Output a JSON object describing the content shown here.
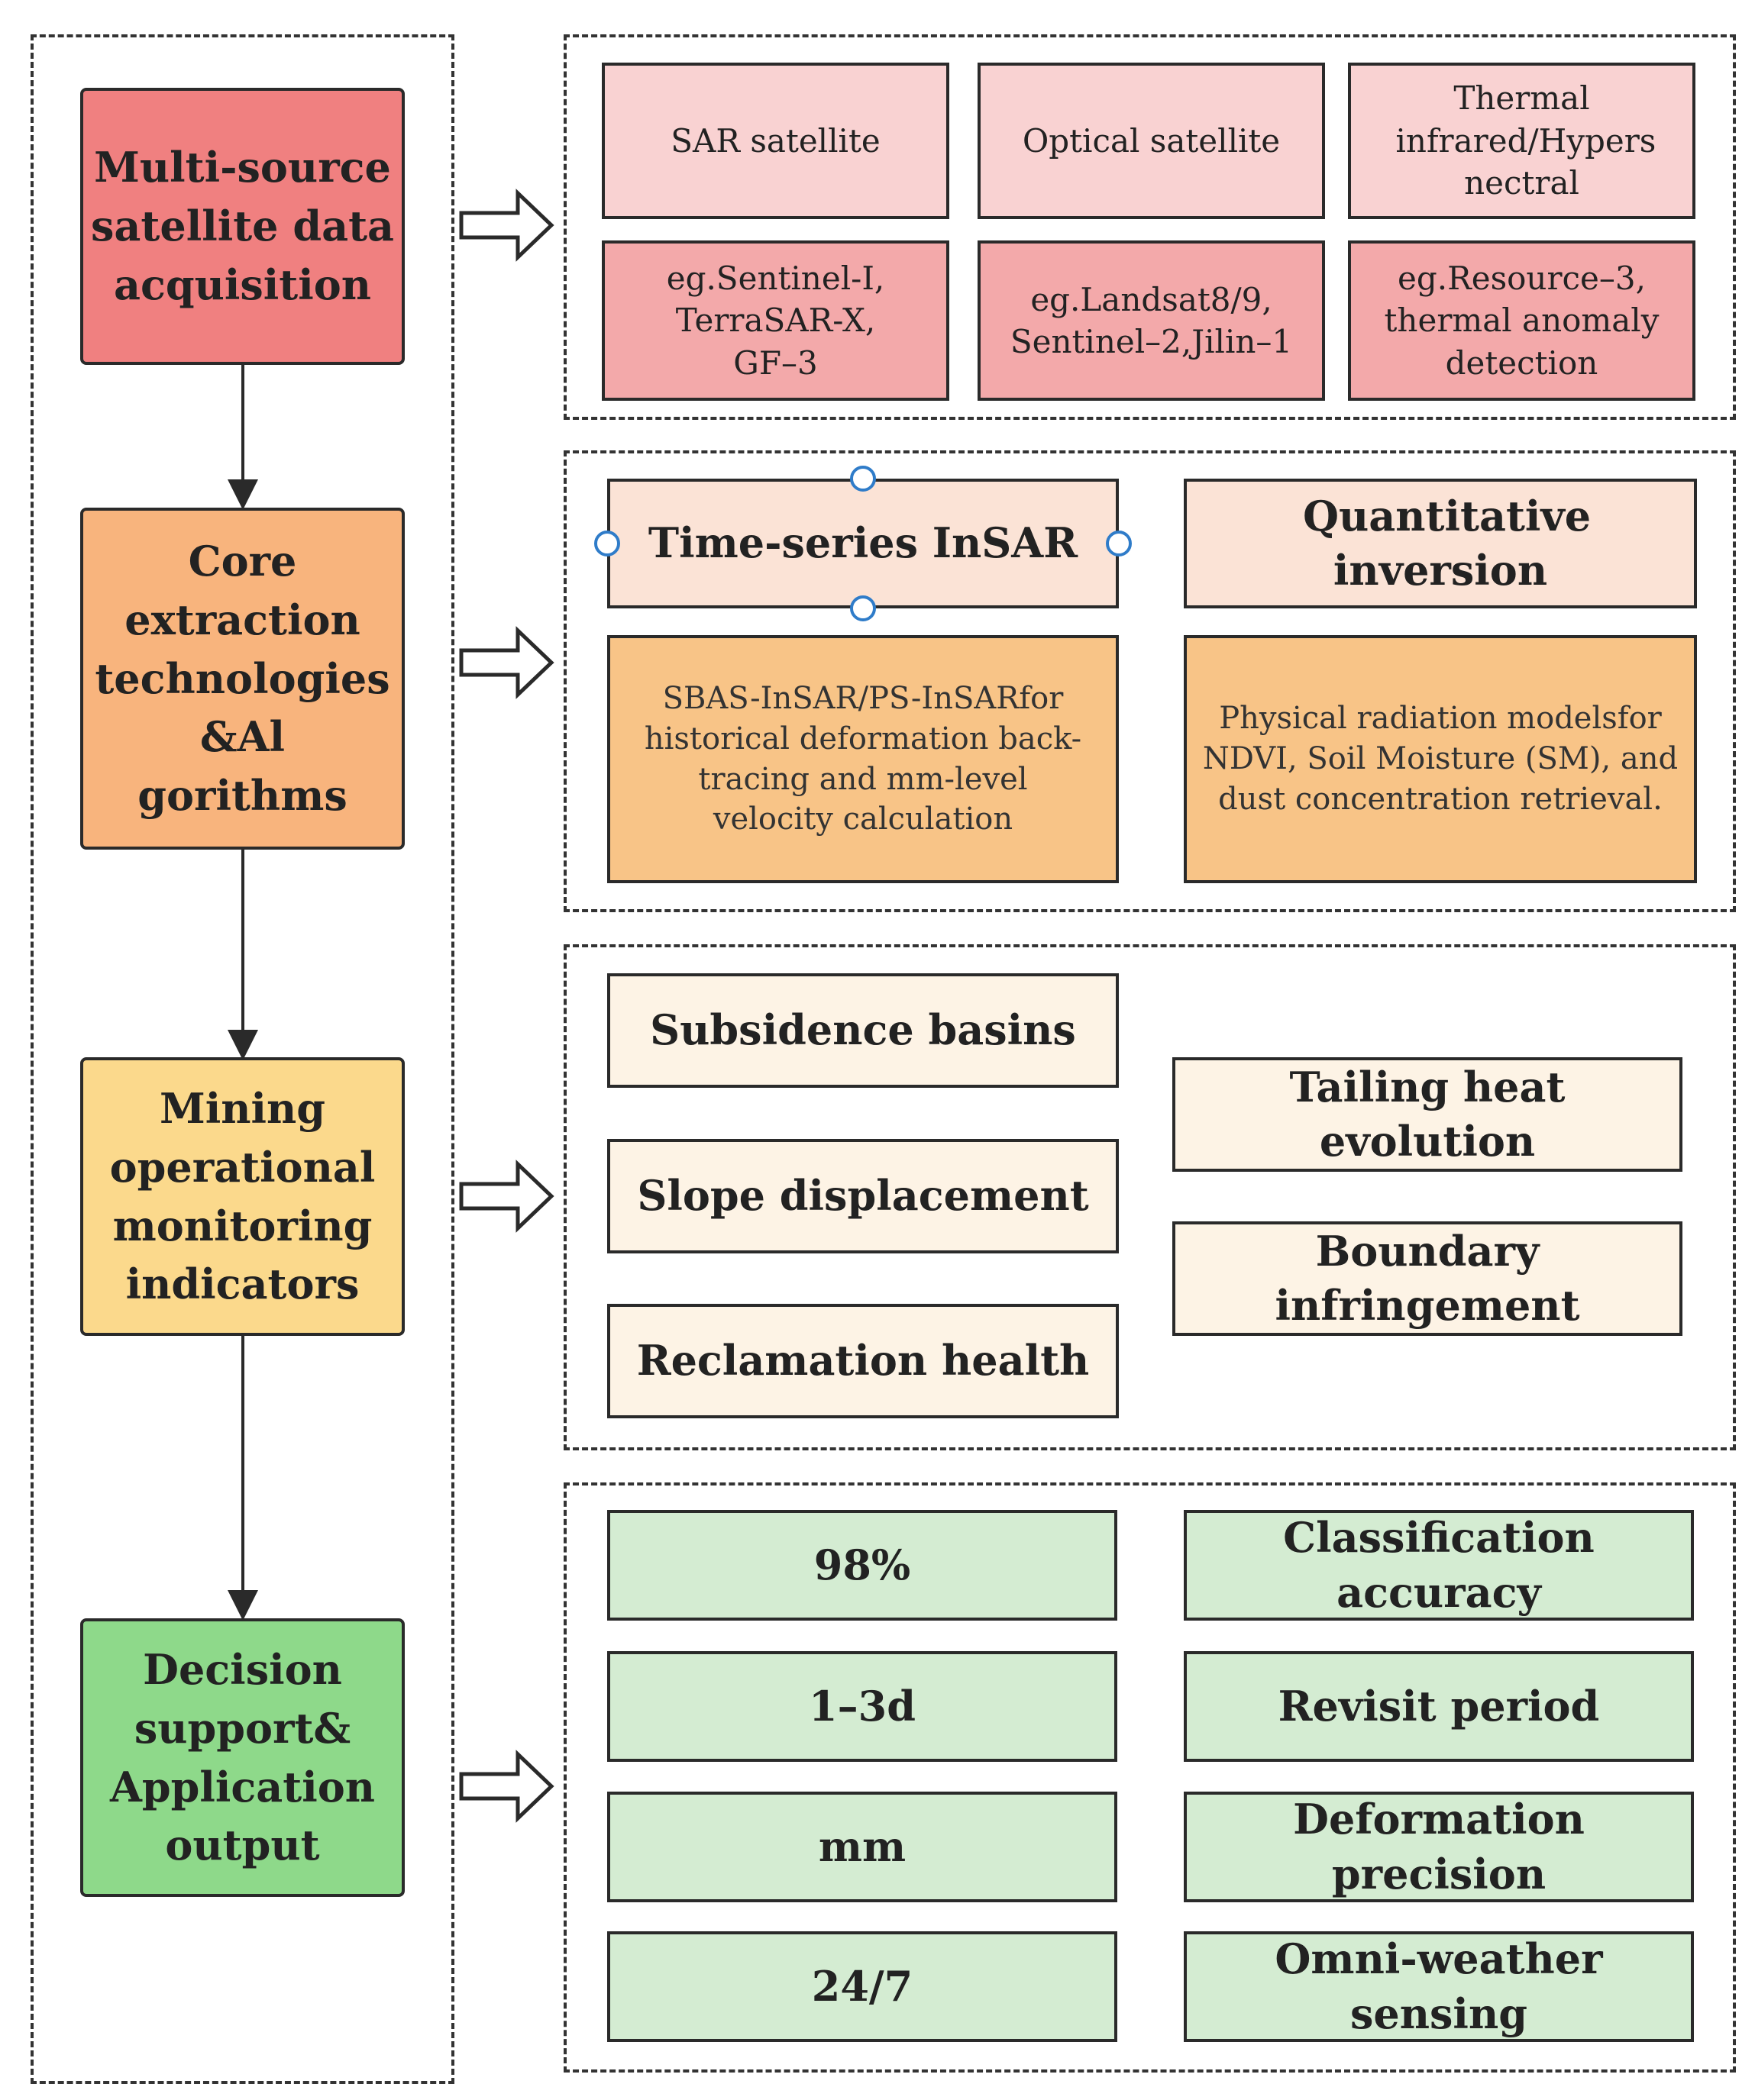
{
  "stages": [
    {
      "label": "Multi-source satellite data acquisition",
      "color": "#f08080"
    },
    {
      "label": "Core extraction technologies &Al gorithms",
      "color": "#f8b47d"
    },
    {
      "label": "Mining operational monitoring indicators",
      "color": "#fbd98c"
    },
    {
      "label": "Decision support& Application output",
      "color": "#8ed98a"
    }
  ],
  "satellites": {
    "headers": [
      "SAR satellite",
      "Optical satellite",
      "Thermal infrared/Hypers nectral"
    ],
    "examples": [
      "eg.Sentinel-I, TerraSAR-X, GF–3",
      "eg.Landsat8/9, Sentinel–2,Jilin–1",
      "eg.Resource–3, thermal  anomaly detection"
    ]
  },
  "algorithms": {
    "headers": [
      "Time-series InSAR",
      "Quantitative inversion"
    ],
    "descriptions": [
      "SBAS-InSAR/PS-InSARfor historical deformation back-tracing and mm-level velocity calculation",
      "Physical radiation modelsfor NDVI, Soil Moisture (SM), and dust concentration retrieval."
    ]
  },
  "indicators": {
    "left": [
      "Subsidence basins",
      "Slope displacement",
      "Reclamation health"
    ],
    "right": [
      "Tailing heat evolution",
      "Boundary infringement"
    ]
  },
  "outputs": [
    {
      "value": "98%",
      "metric": "Classification accuracy"
    },
    {
      "value": "1–3d",
      "metric": "Revisit period"
    },
    {
      "value": "mm",
      "metric": "Deformation precision"
    },
    {
      "value": "24/7",
      "metric": "Omni-weather sensing"
    }
  ]
}
